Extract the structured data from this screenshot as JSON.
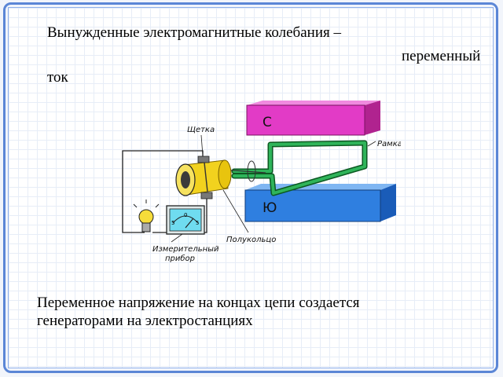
{
  "slide": {
    "title_line1": "Вынужденные электромагнитные колебания –",
    "title_line2": "переменный",
    "title_line3": "ток",
    "caption_line1": "Переменное напряжение на концах цепи создается",
    "caption_line2": "генераторами на электростанциях"
  },
  "diagram": {
    "labels": {
      "brush": "Щетка",
      "frame": "Рамка",
      "half_ring": "Полукольцо",
      "meter_line1": "Измерительный",
      "meter_line2": "прибор",
      "pole_north": "С",
      "pole_south": "Ю",
      "meter_zero": "0",
      "meter_left": "5",
      "meter_right": "5"
    },
    "colors": {
      "north_magnet": "#e23bc6",
      "south_magnet": "#2f7fe0",
      "rotor_frame": "#2fb45a",
      "half_rings": "#f2d21e",
      "meter_face": "#6fdcf0",
      "bulb": "#f6dc3a"
    }
  }
}
